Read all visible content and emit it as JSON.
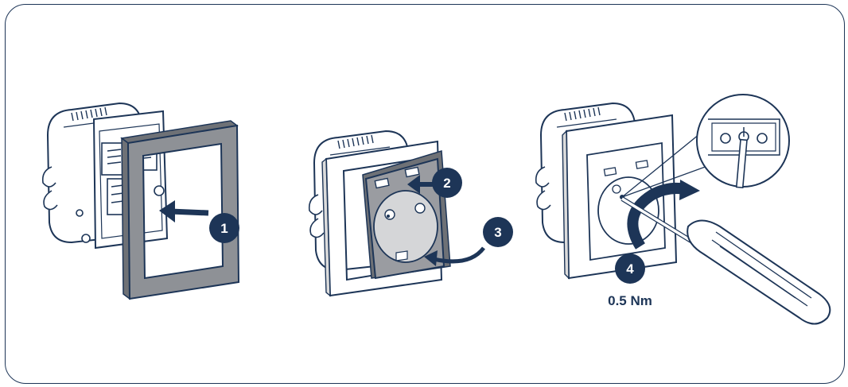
{
  "colors": {
    "navy": "#1d3557",
    "frame_grey": "#8e9196",
    "insert_grey": "#9a9ca1",
    "light_grey": "#dcdcdc",
    "white": "#ffffff"
  },
  "steps": [
    {
      "number": "1"
    },
    {
      "number": "2"
    },
    {
      "number": "3"
    },
    {
      "number": "4"
    }
  ],
  "torque_label": "0.5 Nm",
  "icons": [
    "socket-mechanism-icon",
    "cover-frame-icon",
    "arrow-icon",
    "screwdriver-icon",
    "zoom-detail-icon"
  ]
}
